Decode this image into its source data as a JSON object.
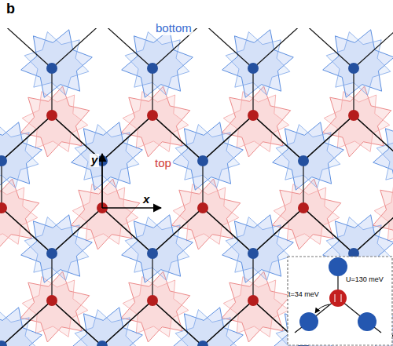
{
  "diagram": {
    "labels": [
      "b",
      "bottom",
      "top",
      "y",
      "x",
      "t=34 meV",
      "U=130 meV"
    ]
  }
}
